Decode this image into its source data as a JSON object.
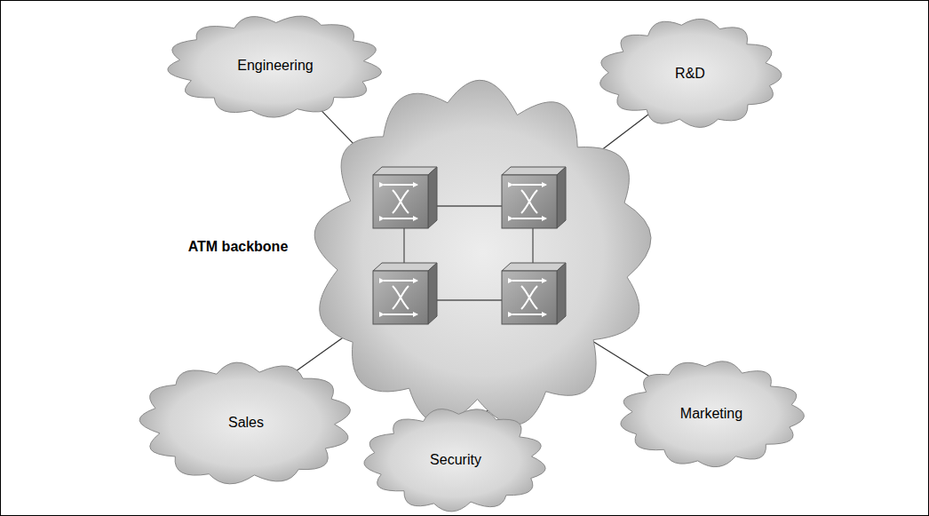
{
  "diagram": {
    "nodes": [
      {
        "text": [
          "Engineering"
        ]
      },
      {
        "text": [
          "R&D"
        ]
      },
      {
        "text": [
          "ATM backbone"
        ]
      },
      {
        "text": [
          "Sales"
        ]
      },
      {
        "text": [
          "Security"
        ]
      },
      {
        "text": [
          "Marketing"
        ]
      }
    ],
    "edges": [
      {
        "from": 0,
        "to": 2,
        "arrow": "none"
      },
      {
        "from": 1,
        "to": 2,
        "arrow": "none"
      },
      {
        "from": 3,
        "to": 2,
        "arrow": "none"
      },
      {
        "from": 4,
        "to": 2,
        "arrow": "none"
      },
      {
        "from": 4,
        "to": 2,
        "arrow": "none"
      },
      {
        "from": 5,
        "to": 2,
        "arrow": "none"
      }
    ]
  }
}
